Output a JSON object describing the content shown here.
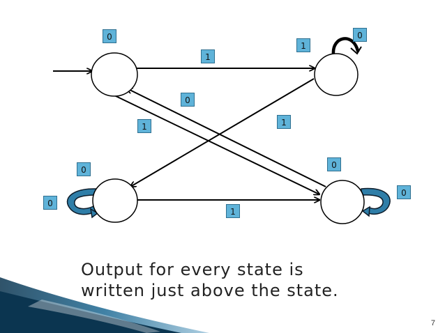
{
  "diagram": {
    "state_outputs": [
      "0",
      "0",
      "0",
      "0"
    ],
    "transition_labels": {
      "top_left_to_top_right": "1",
      "top_right_self_loop": "1",
      "bottom_right_to_top_left": "0",
      "top_left_to_bottom_right": "1",
      "top_right_to_bottom_left": "1",
      "bottom_left_self_loop": "0",
      "bottom_right_self_loop": "0",
      "bottom_left_to_bottom_right": "1"
    }
  },
  "caption": {
    "line1": "Output for every state is",
    "line2": "written just above the state."
  },
  "slide_number": "7",
  "colors": {
    "label_fill": "#5fb3d9",
    "label_border": "#2f6f8f",
    "loop_fill": "#2f7ea8",
    "accent_dark": "#0b3550"
  }
}
